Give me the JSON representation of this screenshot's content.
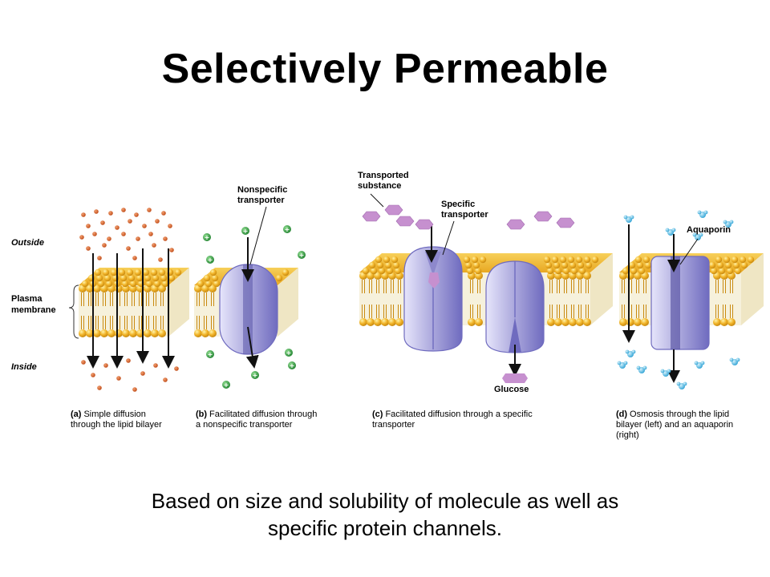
{
  "title": "Selectively Permeable",
  "subtitle": "Based on size and solubility of molecule as well as specific protein channels.",
  "figure": {
    "side_labels": {
      "outside": "Outside",
      "plasma_line1": "Plasma",
      "plasma_line2": "membrane",
      "inside": "Inside"
    },
    "panel_b": {
      "label_line1": "Nonspecific",
      "label_line2": "transporter",
      "caption_letter": "(b)",
      "caption_line1": "Facilitated diffusion through",
      "caption_line2": "a nonspecific transporter"
    },
    "panel_a": {
      "caption_letter": "(a)",
      "caption_line1": "Simple diffusion",
      "caption_line2": "through the lipid bilayer"
    },
    "panel_c": {
      "substance_line1": "Transported",
      "substance_line2": "substance",
      "specific_line1": "Specific",
      "specific_line2": "transporter",
      "glucose": "Glucose",
      "caption_letter": "(c)",
      "caption_line1": "Facilitated diffusion through a specific",
      "caption_line2": "transporter"
    },
    "panel_d": {
      "aquaporin": "Aquaporin",
      "caption_letter": "(d)",
      "caption_line1": "Osmosis through the lipid",
      "caption_line2": "bilayer (left) and an aquaporin",
      "caption_line3": "(right)"
    },
    "colors": {
      "lipid_head": "#f2b52a",
      "lipid_tail": "#e0a020",
      "protein": "#a9a6de",
      "protein_dark": "#6f6bbf",
      "solute_orange": "#d9622b",
      "ion_green": "#3aa648",
      "substance": "#c690cf",
      "water": "#5cc0e6"
    }
  }
}
